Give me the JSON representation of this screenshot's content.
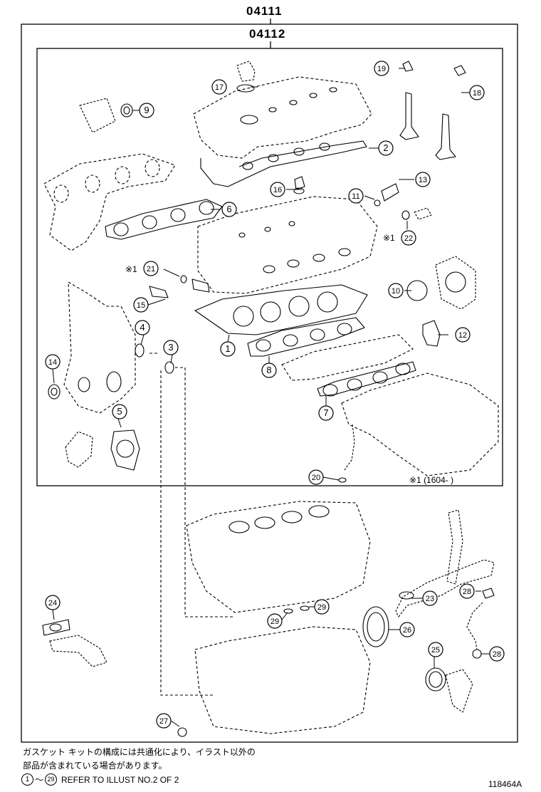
{
  "codes": {
    "outer": "04111",
    "inner": "04112"
  },
  "callouts": [
    {
      "n": "1",
      "label": "1"
    },
    {
      "n": "2",
      "label": "2"
    },
    {
      "n": "3",
      "label": "3"
    },
    {
      "n": "4",
      "label": "4"
    },
    {
      "n": "5",
      "label": "5"
    },
    {
      "n": "6",
      "label": "6"
    },
    {
      "n": "7",
      "label": "7"
    },
    {
      "n": "8",
      "label": "8"
    },
    {
      "n": "9",
      "label": "9"
    },
    {
      "n": "10",
      "label": "10"
    },
    {
      "n": "11",
      "label": "11"
    },
    {
      "n": "12",
      "label": "12"
    },
    {
      "n": "13",
      "label": "13"
    },
    {
      "n": "14",
      "label": "14"
    },
    {
      "n": "15",
      "label": "15"
    },
    {
      "n": "16",
      "label": "16"
    },
    {
      "n": "17",
      "label": "17"
    },
    {
      "n": "18",
      "label": "18"
    },
    {
      "n": "19",
      "label": "19"
    },
    {
      "n": "20",
      "label": "20"
    },
    {
      "n": "21",
      "label": "21"
    },
    {
      "n": "22",
      "label": "22"
    },
    {
      "n": "23",
      "label": "23"
    },
    {
      "n": "24",
      "label": "24"
    },
    {
      "n": "25",
      "label": "25"
    },
    {
      "n": "26",
      "label": "26"
    },
    {
      "n": "27",
      "label": "27"
    },
    {
      "n": "28a",
      "label": "28"
    },
    {
      "n": "28b",
      "label": "28"
    },
    {
      "n": "29a",
      "label": "29"
    },
    {
      "n": "29b",
      "label": "29"
    }
  ],
  "marks": {
    "ref1": "※1",
    "ref1_range": "※1 (1604-        )"
  },
  "notes": {
    "jp_line1": "ガスケット キットの構成には共通化により、イラスト以外の",
    "jp_line2": "部品が含まれている場合があります。",
    "refer_start": "1",
    "refer_tilde": "～",
    "refer_end": "29",
    "refer_text": "REFER TO ILLUST NO.2 OF 2"
  },
  "figure_id": "118464A"
}
